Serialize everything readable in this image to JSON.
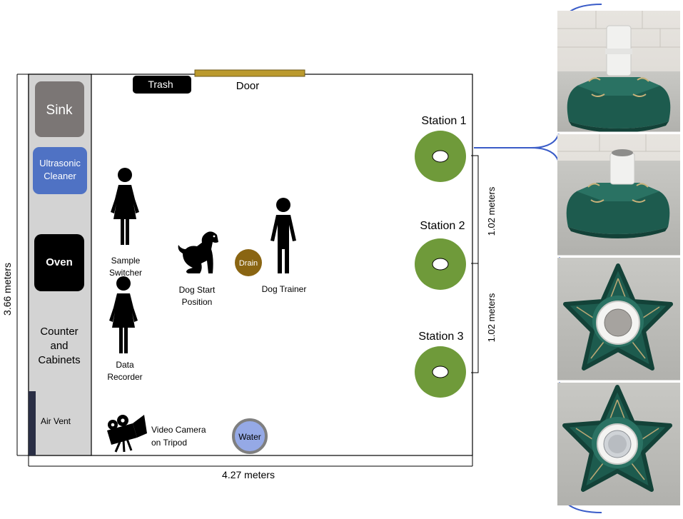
{
  "labels": {
    "trash": "Trash",
    "door": "Door",
    "sink": "Sink",
    "ultrasonic_line1": "Ultrasonic",
    "ultrasonic_line2": "Cleaner",
    "oven": "Oven",
    "counter_line1": "Counter",
    "counter_line2": "and",
    "counter_line3": "Cabinets",
    "air_vent": "Air Vent",
    "sample_switcher_line1": "Sample",
    "sample_switcher_line2": "Switcher",
    "data_recorder_line1": "Data",
    "data_recorder_line2": "Recorder",
    "dog_start_line1": "Dog Start",
    "dog_start_line2": "Position",
    "drain": "Drain",
    "dog_trainer": "Dog Trainer",
    "video_camera_line1": "Video Camera",
    "video_camera_line2": "on Tripod",
    "water": "Water",
    "station1": "Station 1",
    "station2": "Station 2",
    "station3": "Station 3"
  },
  "dimensions": {
    "height_label": "3.66 meters",
    "width_label": "4.27 meters",
    "spacing_1_2": "1.02 meters",
    "spacing_2_3": "1.02 meters"
  },
  "colors": {
    "sink": "#7b7675",
    "ultrasonic": "#4f72c4",
    "oven": "#000000",
    "counter": "#d3d3d3",
    "air_vent": "#2a2f45",
    "trash": "#000000",
    "door": "#bb9a2e",
    "drain": "#8a6512",
    "water_fill": "#95a9e6",
    "water_ring": "#7f7f7f",
    "station": "#6f9a3a",
    "bracket": "#3a5cc8",
    "planter": "#1c5a4e"
  },
  "photos": [
    {
      "view": "side",
      "state": "closed"
    },
    {
      "view": "side",
      "state": "open"
    },
    {
      "view": "top",
      "state": "closed"
    },
    {
      "view": "top",
      "state": "open"
    }
  ]
}
